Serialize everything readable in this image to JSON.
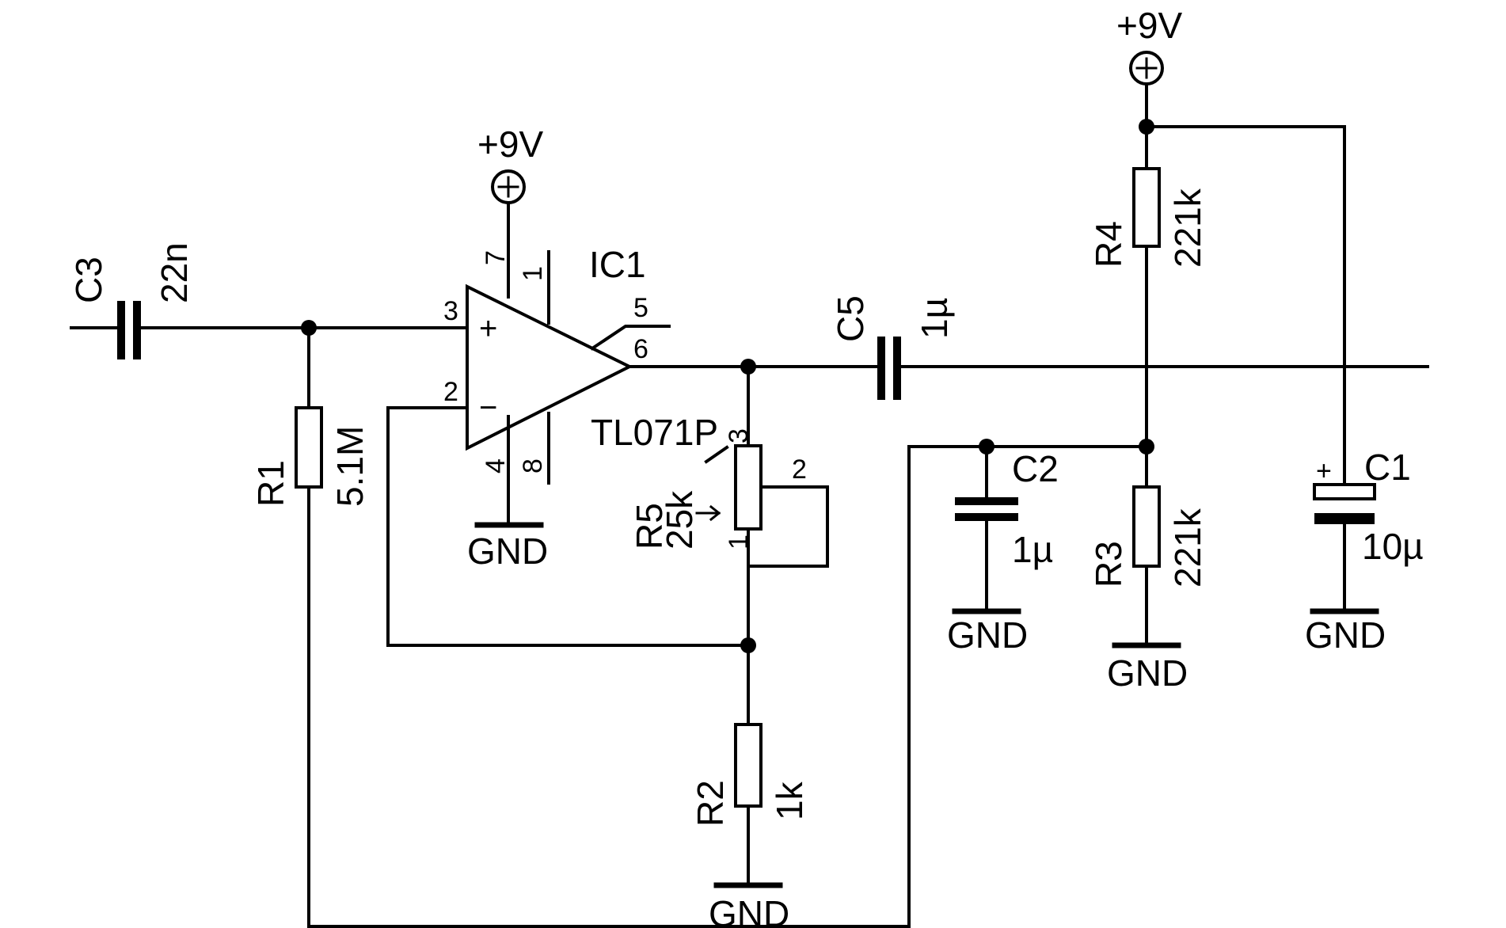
{
  "ic1": {
    "ref": "IC1",
    "value": "TL071P",
    "pins": {
      "p1": "1",
      "p2": "2",
      "p3": "3",
      "p4": "4",
      "p5": "5",
      "p6": "6",
      "p7": "7",
      "p8": "8"
    },
    "plus": "+",
    "minus": "−"
  },
  "c3": {
    "ref": "C3",
    "value": "22n"
  },
  "c5": {
    "ref": "C5",
    "value": "1µ"
  },
  "c2": {
    "ref": "C2",
    "value": "1µ"
  },
  "c1": {
    "ref": "C1",
    "value": "10µ",
    "polarity": "+"
  },
  "r1": {
    "ref": "R1",
    "value": "5.1M"
  },
  "r2": {
    "ref": "R2",
    "value": "1k"
  },
  "r3": {
    "ref": "R3",
    "value": "221k"
  },
  "r4": {
    "ref": "R4",
    "value": "221k"
  },
  "r5": {
    "ref": "R5",
    "value": "25k",
    "pins": {
      "p1": "1",
      "p2": "2",
      "p3": "3"
    }
  },
  "power": {
    "vcc_label": "+9V",
    "gnd_label": "GND"
  }
}
